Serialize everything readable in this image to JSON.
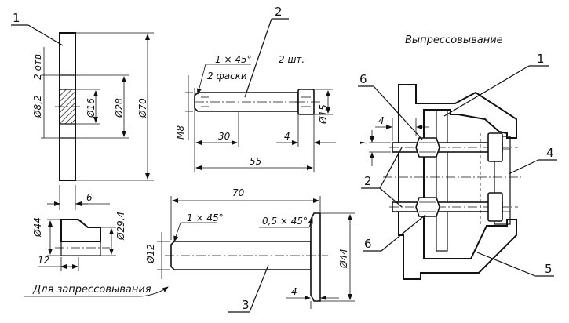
{
  "labels": {
    "l1": "1",
    "l2": "2",
    "l3": "3",
    "l6_top": "6",
    "l1_right": "1",
    "l4": "4",
    "l2_assembly": "2",
    "l6_bottom": "6",
    "l5": "5"
  },
  "captions": {
    "pressing_out": "Выпрессовывание",
    "pressing": "Для запрессовывания"
  },
  "dims": {
    "holes": "Ø8,2 — 2 отв.",
    "d16": "Ø16",
    "d28": "Ø28",
    "d70": "Ø70",
    "w6": "6",
    "d44_bushing": "Ø44",
    "d29_4": "Ø29,4",
    "w12": "12",
    "chamfer_screw": "1 × 45°",
    "chamfer_count": "2 фаски",
    "quantity": "2 шт.",
    "m8": "M8",
    "d15": "Ø15",
    "l30": "30",
    "l4_screw": "4",
    "l55": "55",
    "l70": "70",
    "chamfer_mandrel": "1 × 45°",
    "chamfer_small": "0,5 × 45°",
    "d12": "Ø12",
    "d44_mandrel": "Ø44",
    "l4_mandrel": "4",
    "l4_assembly": "4",
    "l1_assembly": "1"
  }
}
